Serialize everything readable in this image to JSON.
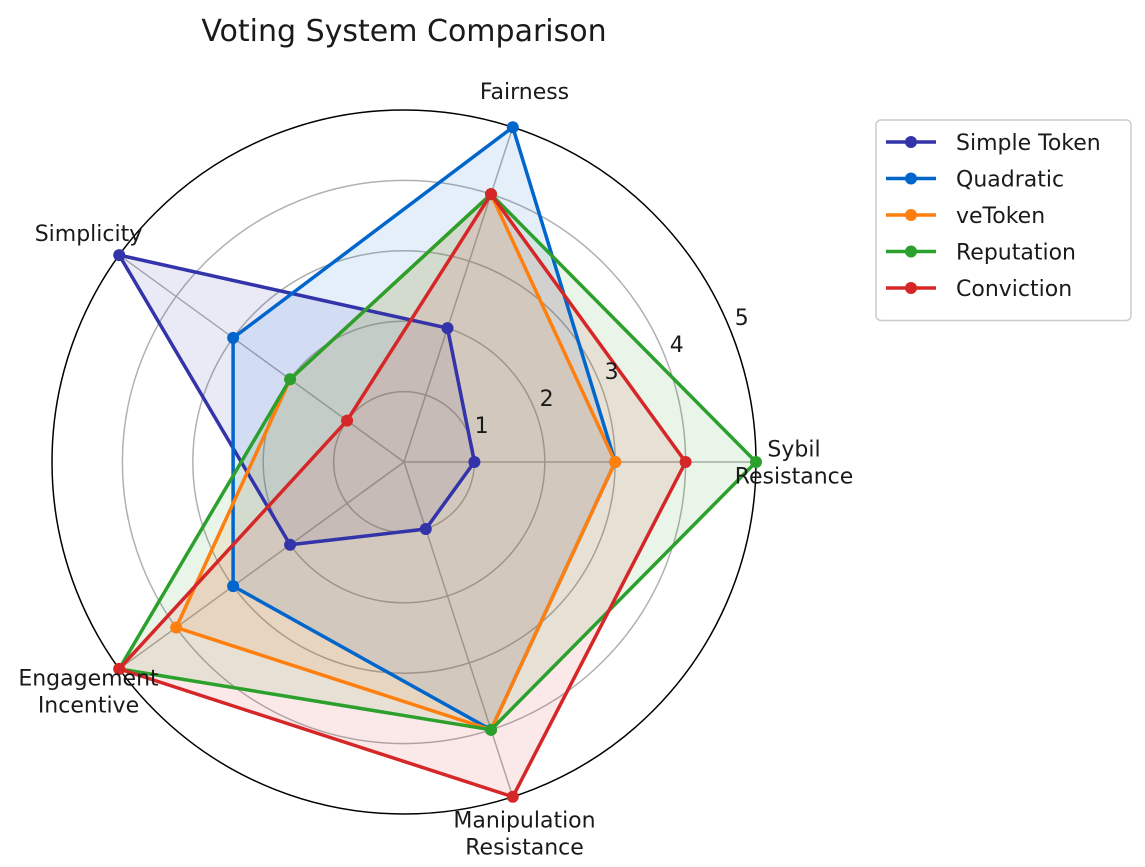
{
  "chart_data": {
    "type": "radar",
    "title": "Voting System Comparison",
    "axes": [
      "Sybil\nResistance",
      "Fairness",
      "Simplicity",
      "Engagement\nIncentive",
      "Manipulation\nResistance"
    ],
    "rlim": [
      0,
      5
    ],
    "rticks": [
      1,
      2,
      3,
      4,
      5
    ],
    "grid": true,
    "legend_position": "top-right, outside plot",
    "series": [
      {
        "name": "Simple Token",
        "color": "#3333aa",
        "values": [
          1,
          2,
          5,
          2,
          1
        ]
      },
      {
        "name": "Quadratic",
        "color": "#0066cc",
        "values": [
          3,
          5,
          3,
          3,
          4
        ]
      },
      {
        "name": "veToken",
        "color": "#ff7f0e",
        "values": [
          3,
          4,
          2,
          4,
          4
        ]
      },
      {
        "name": "Reputation",
        "color": "#2ca02c",
        "values": [
          5,
          4,
          2,
          5,
          4
        ]
      },
      {
        "name": "Conviction",
        "color": "#d62728",
        "values": [
          4,
          4,
          1,
          5,
          5
        ]
      }
    ]
  }
}
